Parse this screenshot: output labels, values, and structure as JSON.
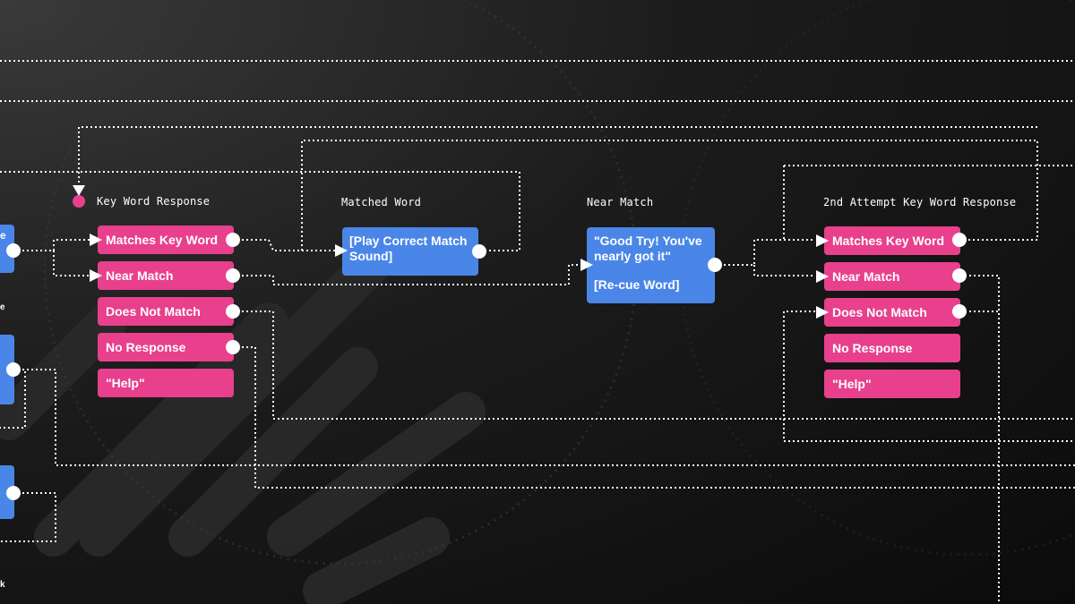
{
  "diagram": {
    "groups": {
      "key_word_response": {
        "title": "Key Word Response",
        "options": [
          "Matches Key Word",
          "Near Match",
          "Does Not Match",
          "No Response",
          "\"Help\""
        ]
      },
      "matched_word": {
        "title": "Matched Word",
        "card_text": "[Play Correct Match Sound]"
      },
      "near_match": {
        "title": "Near Match",
        "card_line1": "\"Good Try! You've nearly got it\"",
        "card_line2": "[Re-cue Word]"
      },
      "second_attempt": {
        "title": "2nd Attempt Key Word Response",
        "options": [
          "Matches Key Word",
          "Near Match",
          "Does Not Match",
          "No Response",
          "\"Help\""
        ]
      }
    },
    "left_edge_fragments": [
      "e",
      "e",
      "k"
    ],
    "colors": {
      "background": "#141414",
      "pill": "#e8408c",
      "card": "#4a86e8",
      "connector": "#ffffff",
      "start_dot": "#e8408c"
    }
  }
}
